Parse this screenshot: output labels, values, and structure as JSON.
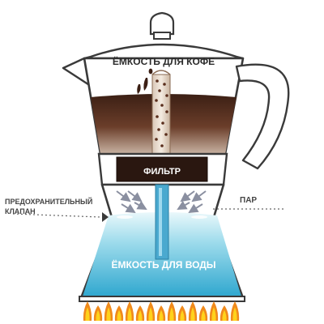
{
  "labels": {
    "coffee_chamber": "ЁМКОСТЬ ДЛЯ КОФЕ",
    "filter": "ФИЛЬТР",
    "safety_valve_line1": "ПРЕДОХРАНИТЕЛЬНЫЙ",
    "safety_valve_line2": "КЛАПАН",
    "steam": "ПАР",
    "water_chamber": "ЁМКОСТЬ ДЛЯ ВОДЫ"
  },
  "colors": {
    "outline": "#3a3a3a",
    "coffee_dark": "#3b1f14",
    "coffee_mid": "#6b3e2a",
    "coffee_light": "#a9876f",
    "filter": "#2a1710",
    "water_light": "#e6f7fb",
    "water_dark": "#3fb4d6",
    "funnel_tube": "#4aa9cf",
    "steam_arrow": "#8a8fa0",
    "flame_outer": "#f08a1c",
    "flame_inner": "#ffd21c"
  }
}
